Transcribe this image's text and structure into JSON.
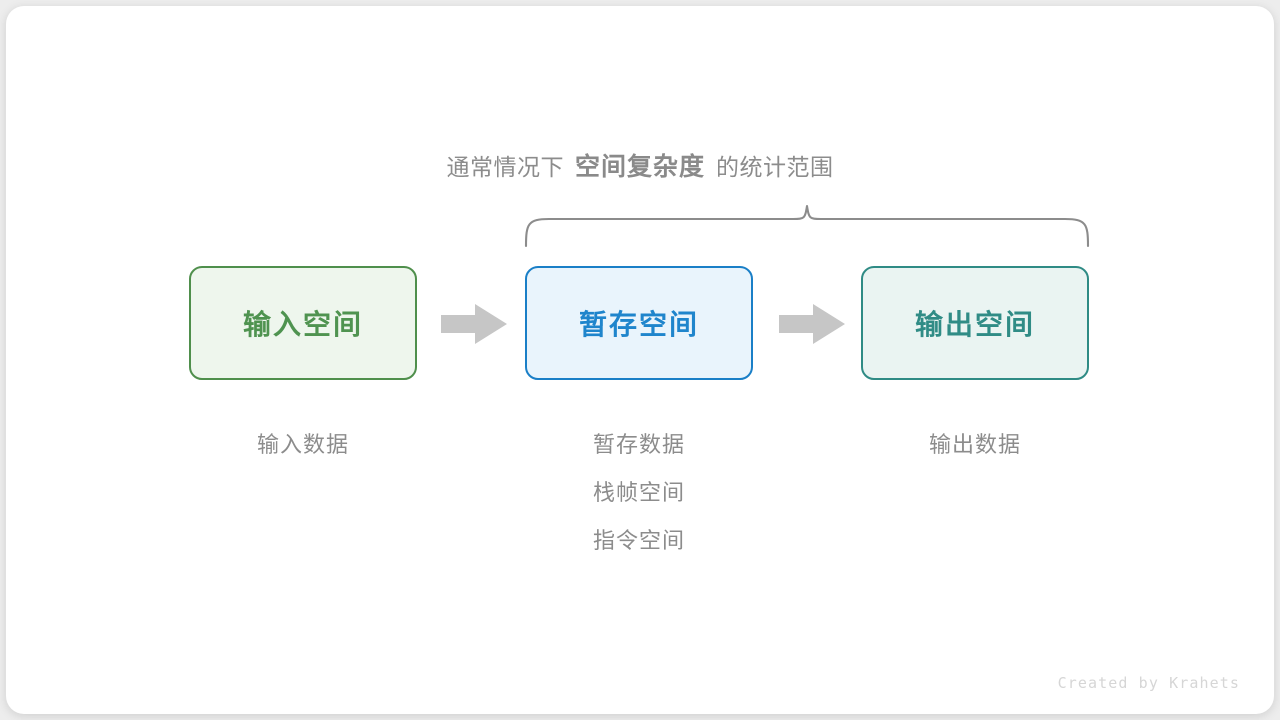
{
  "canvas": {
    "background": "#ededed",
    "card_background": "#ffffff"
  },
  "caption": {
    "prefix": "通常情况下",
    "highlight": "空间复杂度",
    "suffix": "的统计范围"
  },
  "brace": {
    "name": "curly-brace",
    "color": "#8c8c8c",
    "spans": [
      "暂存空间",
      "输出空间"
    ]
  },
  "boxes": [
    {
      "id": "input",
      "label": "输入空间",
      "border_color": "#4f8f4c",
      "fill_color": "#eef6ed",
      "text_color": "#4f9350"
    },
    {
      "id": "temp",
      "label": "暂存空间",
      "border_color": "#1a7fc7",
      "fill_color": "#e9f4fc",
      "text_color": "#1f85cc"
    },
    {
      "id": "output",
      "label": "输出空间",
      "border_color": "#2f8b85",
      "fill_color": "#eaf4f2",
      "text_color": "#308c86"
    }
  ],
  "arrows": [
    {
      "id": "arrow-1",
      "from": "input",
      "to": "temp",
      "color": "#c6c6c6"
    },
    {
      "id": "arrow-2",
      "from": "temp",
      "to": "output",
      "color": "#c6c6c6"
    }
  ],
  "columns": [
    {
      "id": "input",
      "captions": [
        "输入数据"
      ]
    },
    {
      "id": "temp",
      "captions": [
        "暂存数据",
        "栈帧空间",
        "指令空间"
      ]
    },
    {
      "id": "output",
      "captions": [
        "输出数据"
      ]
    }
  ],
  "watermark": "Created by Krahets"
}
